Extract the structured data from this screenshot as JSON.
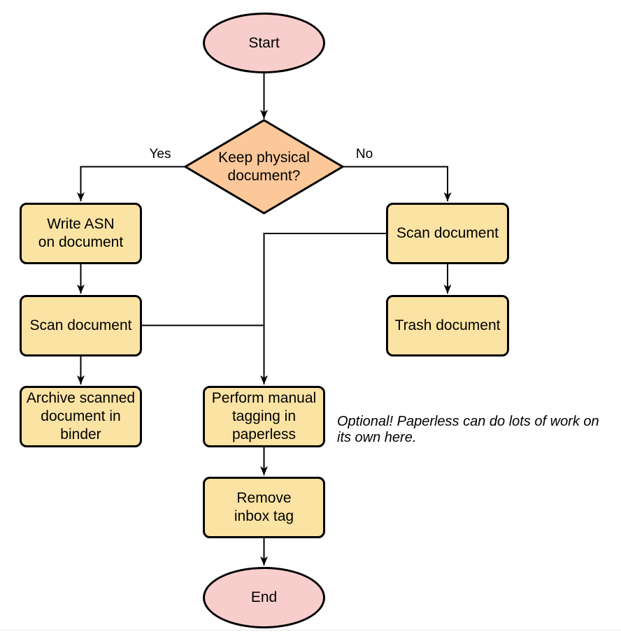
{
  "diagram": {
    "nodes": {
      "start": {
        "label": "Start",
        "type": "terminator"
      },
      "decision": {
        "label": "Keep physical\ndocument?",
        "type": "decision"
      },
      "write_asn": {
        "label": "Write ASN\non document",
        "type": "process"
      },
      "scan_left": {
        "label": "Scan document",
        "type": "process"
      },
      "archive": {
        "label": "Archive scanned\ndocument in\nbinder",
        "type": "process"
      },
      "scan_right": {
        "label": "Scan document",
        "type": "process"
      },
      "trash": {
        "label": "Trash document",
        "type": "process"
      },
      "tagging": {
        "label": "Perform manual\ntagging in\npaperless",
        "type": "process"
      },
      "remove_inbox": {
        "label": "Remove\ninbox tag",
        "type": "process"
      },
      "end": {
        "label": "End",
        "type": "terminator"
      }
    },
    "edge_labels": {
      "yes": "Yes",
      "no": "No"
    },
    "annotation": "Optional! Paperless can do lots of work on\nits own here.",
    "colors": {
      "terminator_fill": "#f8cecc",
      "decision_fill": "#fcc89a",
      "process_fill": "#fbe3a4",
      "stroke": "#000000"
    }
  }
}
